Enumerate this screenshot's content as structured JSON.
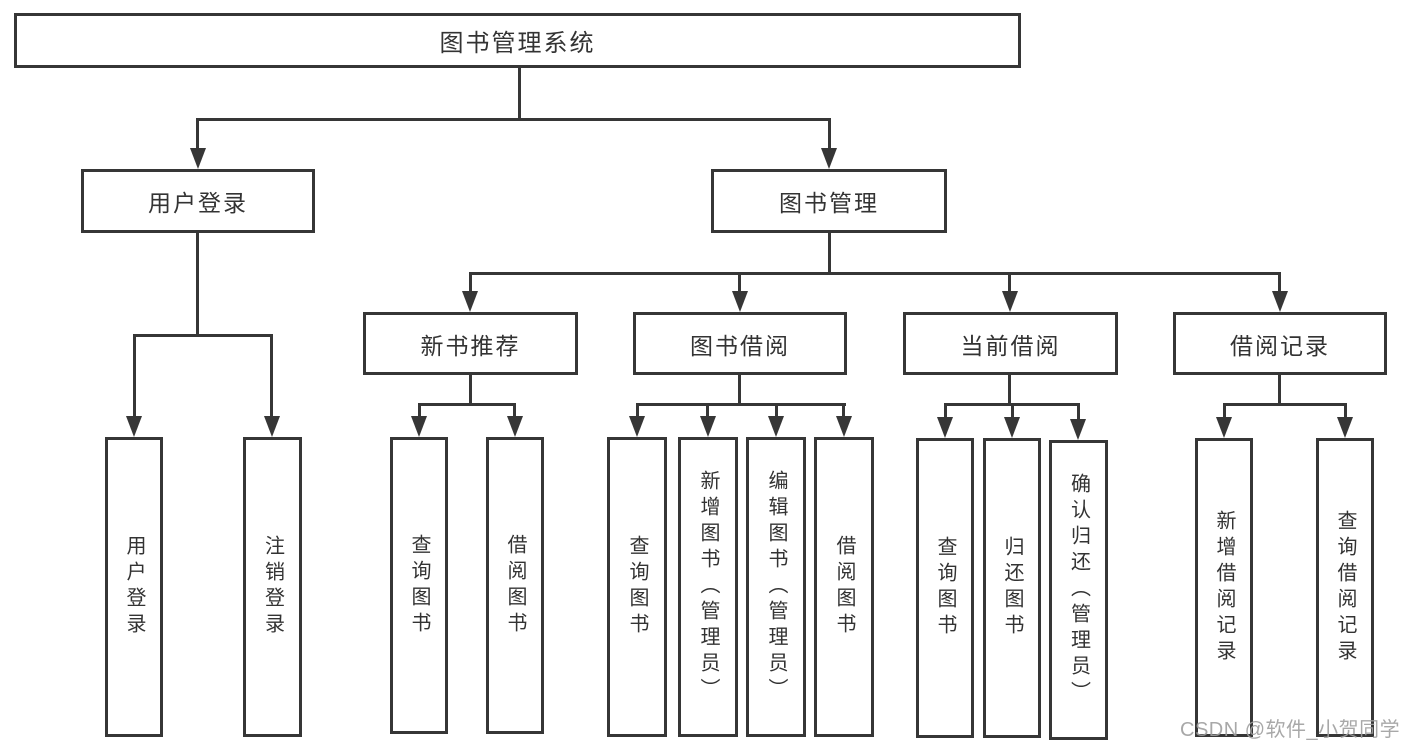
{
  "tree": {
    "root": "图书管理系统",
    "branches": [
      {
        "label": "用户登录",
        "leaves": [
          "用户登录",
          "注销登录"
        ]
      },
      {
        "label": "图书管理",
        "groups": [
          {
            "label": "新书推荐",
            "leaves": [
              "查询图书",
              "借阅图书"
            ]
          },
          {
            "label": "图书借阅",
            "leaves": [
              "查询图书",
              "新增图书（管理员）",
              "编辑图书（管理员）",
              "借阅图书"
            ]
          },
          {
            "label": "当前借阅",
            "leaves": [
              "查询图书",
              "归还图书",
              "确认归还（管理员）"
            ]
          },
          {
            "label": "借阅记录",
            "leaves": [
              "新增借阅记录",
              "查询借阅记录"
            ]
          }
        ]
      }
    ]
  },
  "watermark": "CSDN @软件_小贺同学",
  "colors": {
    "line": "#363636",
    "text": "#333333",
    "watermark": "#9e9e9e",
    "background": "#ffffff"
  }
}
